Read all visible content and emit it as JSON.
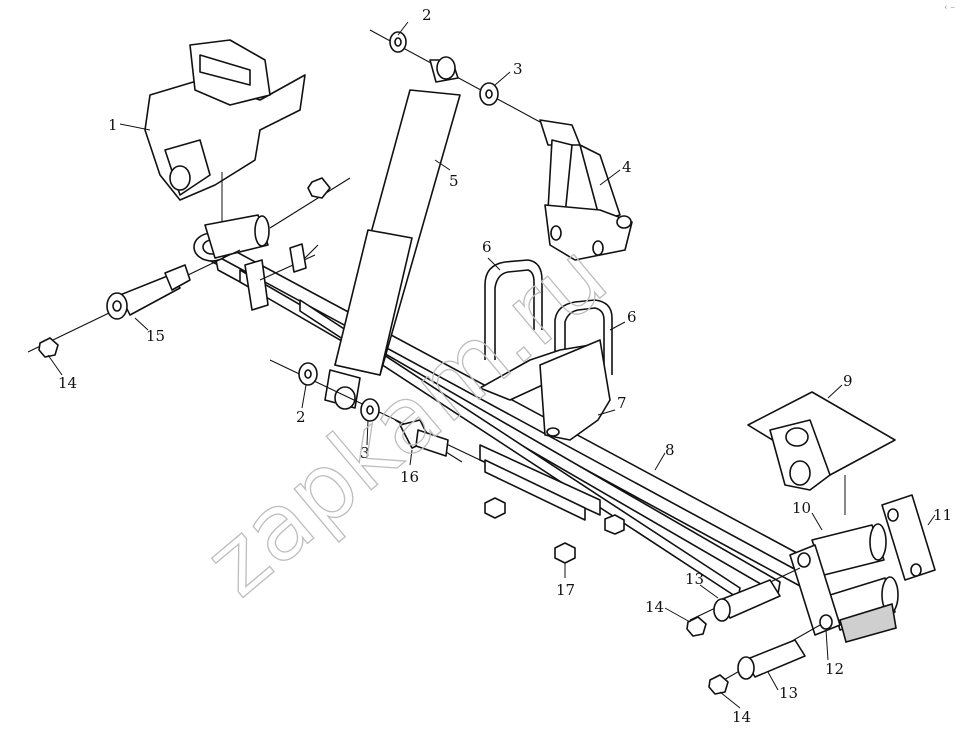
{
  "watermark": "zapkam.ru",
  "corner_mark": "‹ –",
  "callouts": [
    {
      "id": "c1",
      "label": "1"
    },
    {
      "id": "c2a",
      "label": "2"
    },
    {
      "id": "c3a",
      "label": "3"
    },
    {
      "id": "c4",
      "label": "4"
    },
    {
      "id": "c5",
      "label": "5"
    },
    {
      "id": "c6a",
      "label": "6"
    },
    {
      "id": "c6b",
      "label": "6"
    },
    {
      "id": "c15",
      "label": "15"
    },
    {
      "id": "c14a",
      "label": "14"
    },
    {
      "id": "c2b",
      "label": "2"
    },
    {
      "id": "c3b",
      "label": "3"
    },
    {
      "id": "c16",
      "label": "16"
    },
    {
      "id": "c7",
      "label": "7"
    },
    {
      "id": "c8",
      "label": "8"
    },
    {
      "id": "c9",
      "label": "9"
    },
    {
      "id": "c10",
      "label": "10"
    },
    {
      "id": "c11",
      "label": "11"
    },
    {
      "id": "c17",
      "label": "17"
    },
    {
      "id": "c13a",
      "label": "13"
    },
    {
      "id": "c14b",
      "label": "14"
    },
    {
      "id": "c12",
      "label": "12"
    },
    {
      "id": "c13b",
      "label": "13"
    },
    {
      "id": "c14c",
      "label": "14"
    }
  ]
}
